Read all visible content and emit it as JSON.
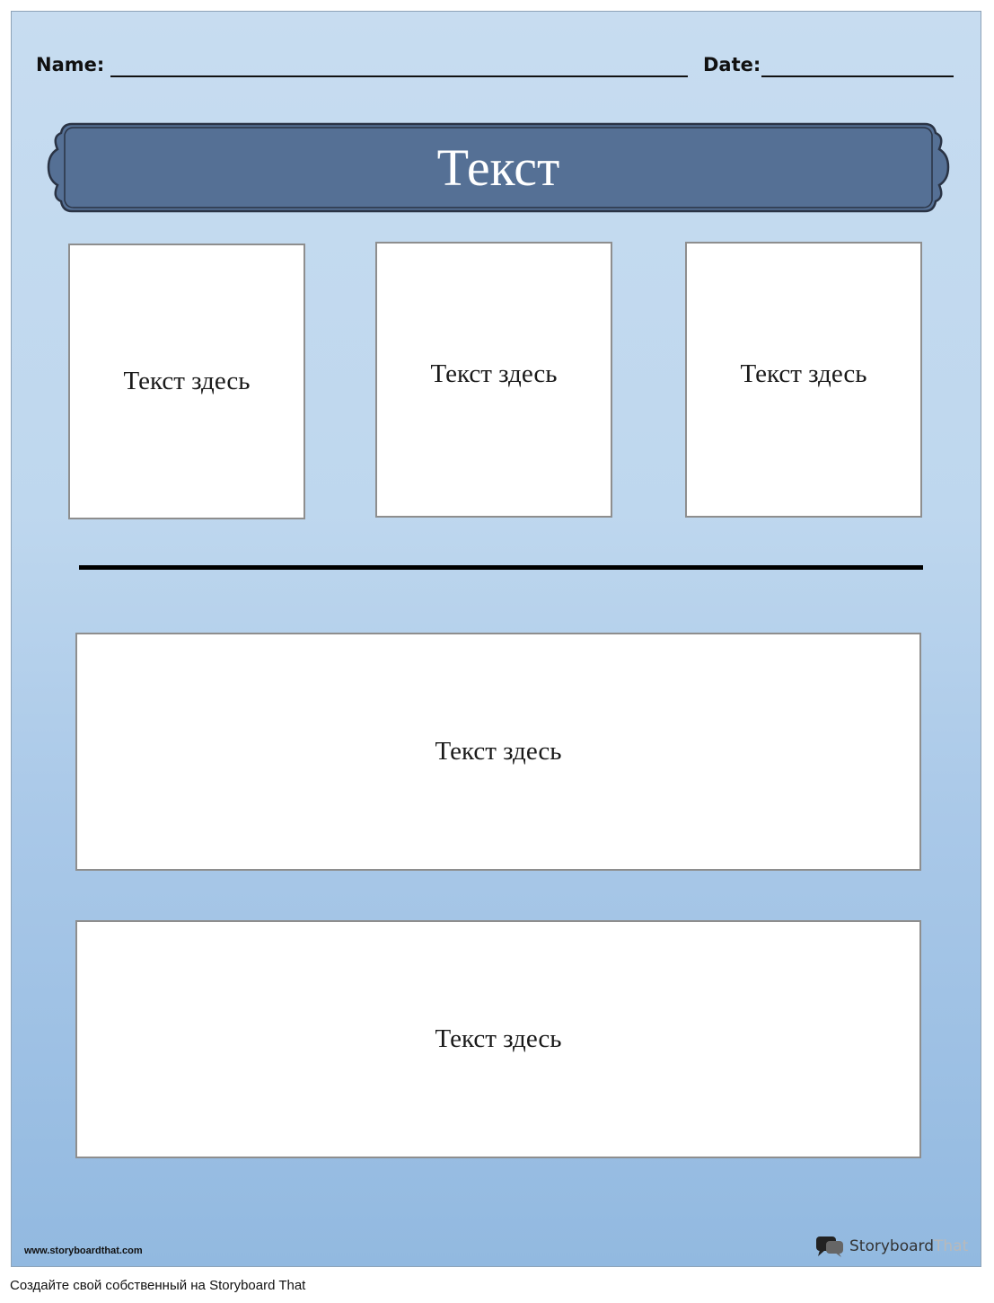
{
  "worksheet": {
    "name_label": "Name:",
    "date_label": "Date:",
    "title": "Текст",
    "top_boxes": [
      {
        "text": "Текст здесь"
      },
      {
        "text": "Текст здесь"
      },
      {
        "text": "Текст здесь"
      }
    ],
    "wide_boxes": [
      {
        "text": "Текст здесь"
      },
      {
        "text": "Текст здесь"
      }
    ]
  },
  "branding": {
    "site_url": "www.storyboardthat.com",
    "logo_word1": "Storyboard",
    "logo_word2": "That",
    "footer_caption": "Создайте свой собственный на Storyboard That"
  },
  "colors": {
    "banner_fill": "#557095",
    "banner_stroke": "#2a3344",
    "sheet_top": "#c7dcf0",
    "sheet_bottom": "#92b9e0"
  }
}
